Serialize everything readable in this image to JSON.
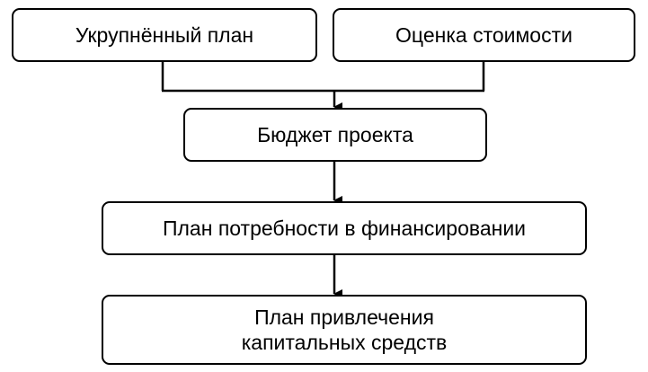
{
  "diagram": {
    "nodes": {
      "aggregated_plan": "Укрупнённый план",
      "cost_estimate": "Оценка стоимости",
      "project_budget": "Бюджет проекта",
      "financing_needs_plan": "План потребности в финансировании",
      "capital_plan_line1": "План привлечения",
      "capital_plan_line2": "капитальных средств"
    },
    "edges": [
      {
        "from": "aggregated_plan",
        "to": "project_budget"
      },
      {
        "from": "cost_estimate",
        "to": "project_budget"
      },
      {
        "from": "project_budget",
        "to": "financing_needs_plan"
      },
      {
        "from": "financing_needs_plan",
        "to": "capital_plan"
      }
    ],
    "line_color": "#000000"
  }
}
